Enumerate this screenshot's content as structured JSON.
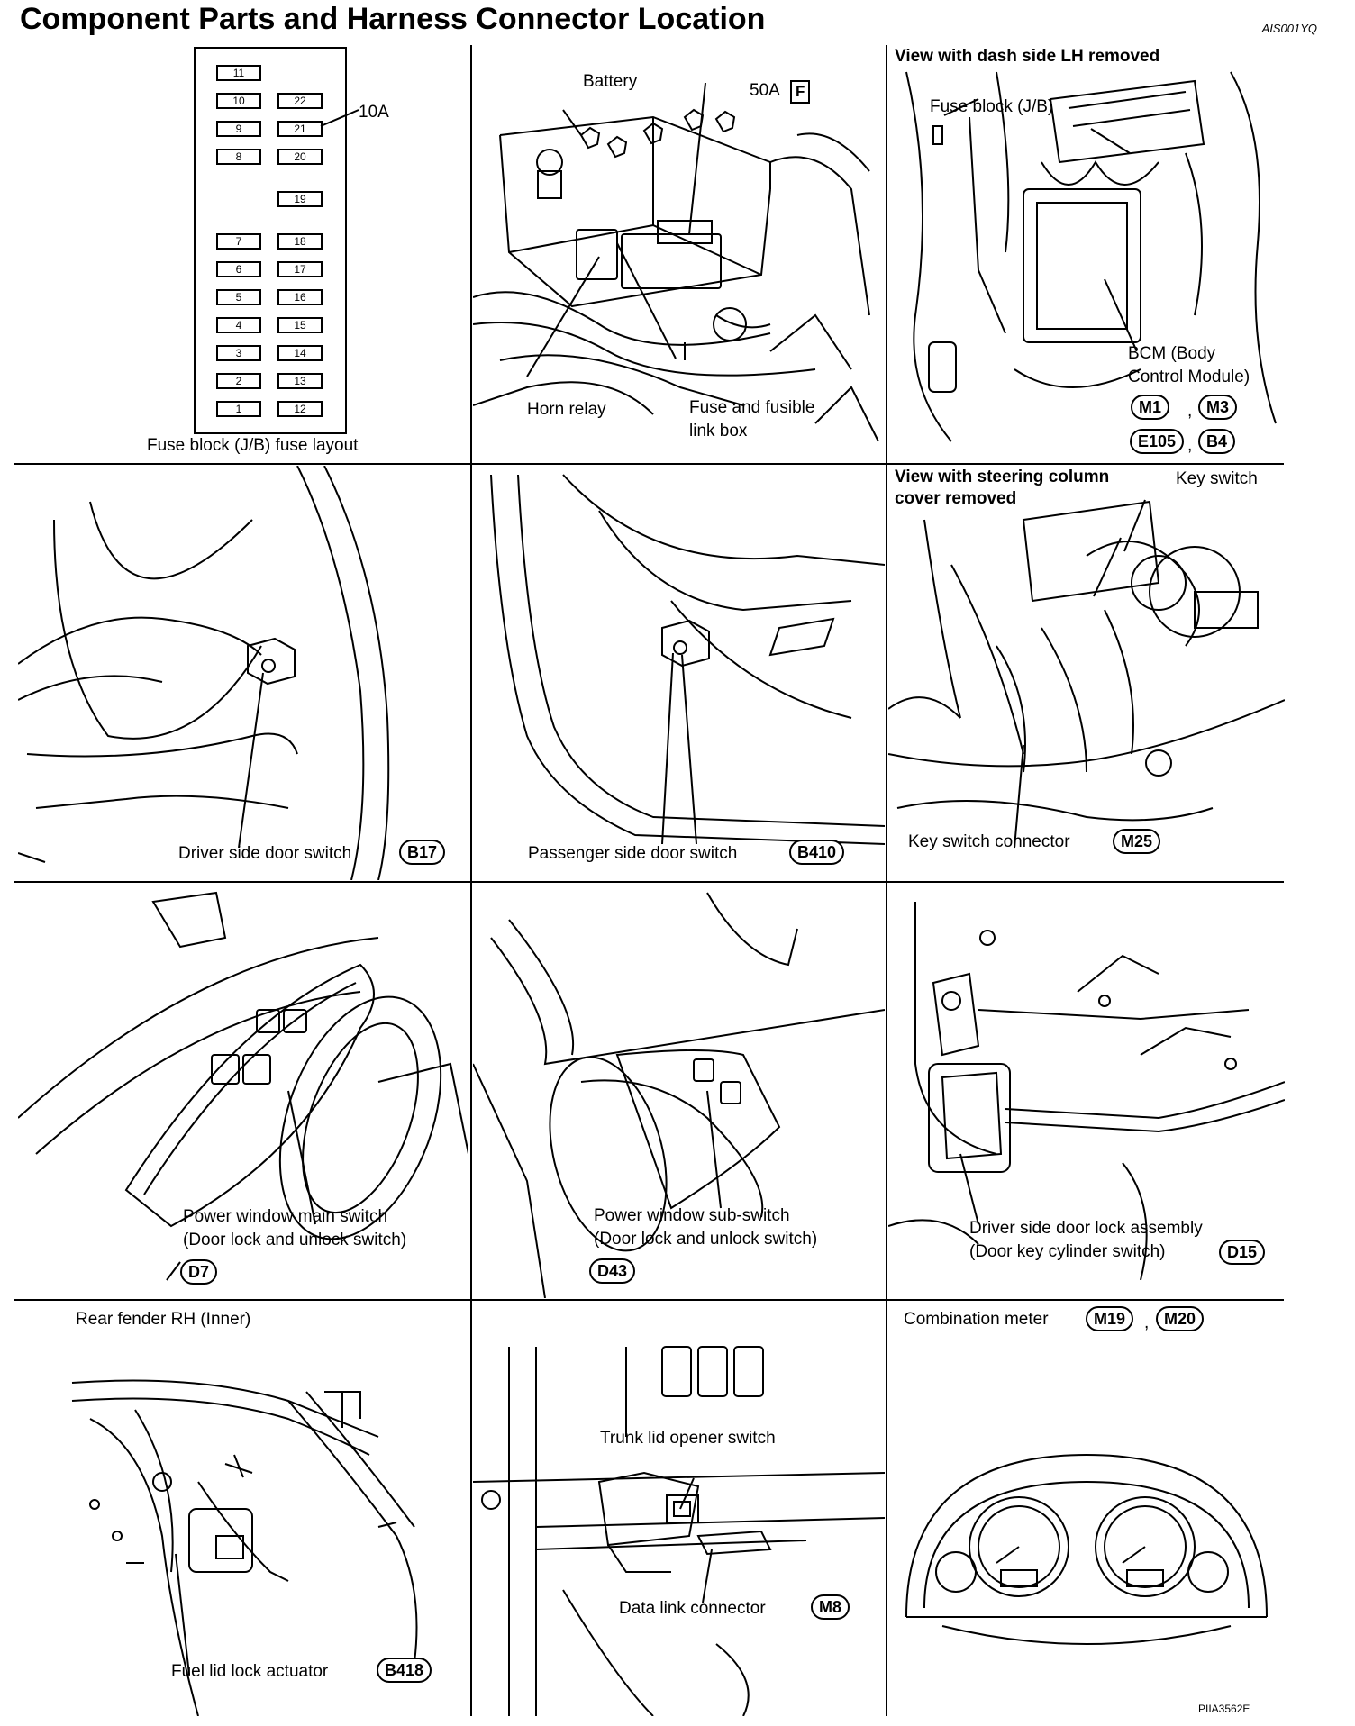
{
  "header": {
    "title": "Component Parts and Harness Connector Location",
    "doc_id": "AIS001YQ",
    "figure_id": "PIIA3562E"
  },
  "panels": {
    "fuse_layout": {
      "caption": "Fuse block (J/B) fuse layout",
      "rating": "10A",
      "fuses_left": [
        "11",
        "10",
        "9",
        "8",
        "7",
        "6",
        "5",
        "4",
        "3",
        "2",
        "1"
      ],
      "fuses_right": [
        "22",
        "21",
        "20",
        "19",
        "18",
        "17",
        "16",
        "15",
        "14",
        "13",
        "12"
      ]
    },
    "battery_area": {
      "battery": "Battery",
      "fuse_rating": "50A",
      "fuse_letter": "F",
      "horn_relay": "Horn relay",
      "fuse_box_line1": "Fuse and fusible",
      "fuse_box_line2": "link box"
    },
    "dash_lh": {
      "heading": "View with dash side LH removed",
      "fuse_block": "Fuse block (J/B)",
      "bcm_line1": "BCM (Body",
      "bcm_line2": "Control Module)",
      "connectors": [
        "M1",
        "M3",
        "E105",
        "B4"
      ]
    },
    "driver_door_switch": {
      "label": "Driver side door switch",
      "connector": "B17"
    },
    "passenger_door_switch": {
      "label": "Passenger side door switch",
      "connector": "B410"
    },
    "steering_column": {
      "heading_line1": "View with steering column",
      "heading_line2": "cover removed",
      "key_switch": "Key switch",
      "key_switch_connector": "Key switch connector",
      "connector": "M25"
    },
    "main_switch": {
      "line1": "Power window main switch",
      "line2": "(Door lock and unlock switch)",
      "connector": "D7"
    },
    "sub_switch": {
      "line1": "Power window sub-switch",
      "line2": "(Door lock and unlock switch)",
      "connector": "D43"
    },
    "door_lock": {
      "line1": "Driver side door lock assembly",
      "line2": "(Door key cylinder switch)",
      "connector": "D15"
    },
    "rear_fender": {
      "heading": "Rear fender RH (Inner)",
      "label": "Fuel lid lock actuator",
      "connector": "B418"
    },
    "trunk": {
      "opener": "Trunk lid opener switch",
      "data_link": "Data link connector",
      "connector": "M8"
    },
    "meter": {
      "label": "Combination meter",
      "connectors": [
        "M19",
        "M20"
      ],
      "separator": ","
    }
  }
}
